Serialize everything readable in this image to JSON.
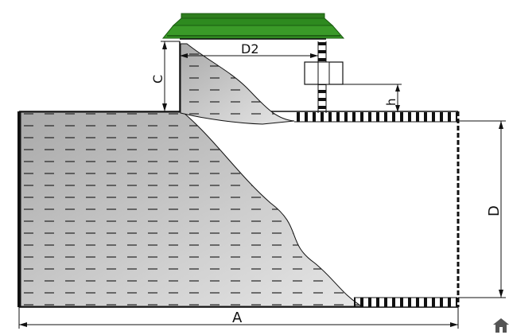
{
  "dimensions": {
    "A": "A",
    "D": "D",
    "D2": "D2",
    "C": "C",
    "h": "h"
  },
  "colors": {
    "roof": "#2e7d1e",
    "roof_dark": "#1b5c10",
    "fill": "#c8c8c8",
    "fill_dark": "#9a9a9a",
    "line": "#111111"
  },
  "icons": {
    "logo": "house-logo-icon"
  }
}
